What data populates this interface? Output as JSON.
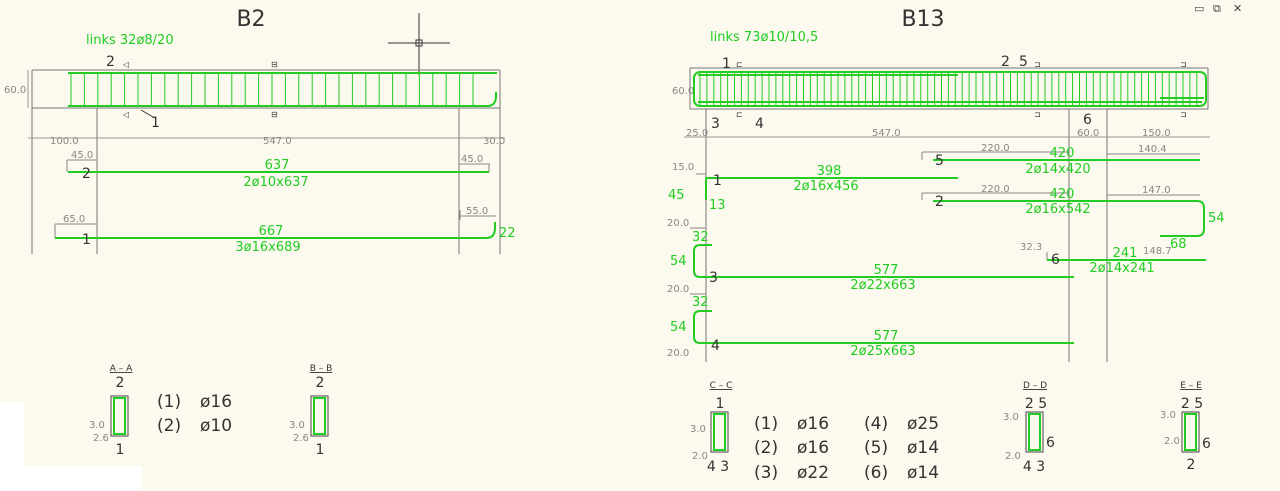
{
  "window": {
    "minimize_icon": "minimize-icon",
    "restore_icon": "restore-icon",
    "close_icon": "close-icon"
  },
  "colors": {
    "background": "#fcf9ee",
    "rebar": "#22cc22",
    "line": "#777777",
    "dim": "#888888",
    "text": "#333333"
  },
  "b2": {
    "title": "B2",
    "links": "links 32ø8/20",
    "height_dim": "60.0",
    "section_mark_top": "2",
    "section_mark_bottom": "1",
    "dims": {
      "left": "100.0",
      "span": "547.0",
      "right": "30.0"
    },
    "bar2": {
      "left_hook": "45.0",
      "right_hook": "45.0",
      "length": "637",
      "spec": "2ø10x637",
      "mark": "2"
    },
    "bar1": {
      "left_hook": "65.0",
      "right_hook": "55.0",
      "length": "667",
      "spec": "3ø16x689",
      "mark": "1",
      "bend": "22"
    },
    "section_aa": {
      "label": "A – A",
      "top_mark": "2",
      "bottom_mark": "1",
      "cover1": "3.0",
      "cover2": "2.6"
    },
    "section_bb": {
      "label": "B – B",
      "top_mark": "2",
      "bottom_mark": "1",
      "cover1": "3.0",
      "cover2": "2.6"
    },
    "legend": [
      {
        "num": "(1)",
        "dia": "ø16"
      },
      {
        "num": "(2)",
        "dia": "ø10"
      }
    ]
  },
  "b13": {
    "title": "B13",
    "links": "links 73ø10/10,5",
    "height_dim": "60.0",
    "marks_top": {
      "m1": "1",
      "m2": "2",
      "m5": "5"
    },
    "marks_bottom": {
      "m3": "3",
      "m4": "4",
      "m6": "6"
    },
    "dims": {
      "left": "25.0",
      "span": "547.0",
      "support": "60.0",
      "right": "150.0"
    },
    "bar5": {
      "length_left": "220.0",
      "length": "420",
      "spec": "2ø14x420",
      "mark": "5",
      "right_dim": "140.4"
    },
    "bar1": {
      "left_dim": "15.0",
      "length": "398",
      "spec": "2ø16x456",
      "mark": "1",
      "vert": "45",
      "bend": "13"
    },
    "bar2": {
      "length_left": "220.0",
      "length": "420",
      "spec": "2ø16x542",
      "mark": "2",
      "right_dim": "147.0",
      "vert": "54",
      "bend": "68"
    },
    "bar6": {
      "left_dim": "32.3",
      "length": "241",
      "spec": "2ø14x241",
      "mark": "6",
      "right_dim": "148.7"
    },
    "bar3": {
      "cover": "20.0",
      "hook": "32",
      "vert": "54",
      "length": "577",
      "spec": "2ø22x663",
      "mark": "3"
    },
    "bar4": {
      "cover": "20.0",
      "hook": "32",
      "vert": "54",
      "length": "577",
      "spec": "2ø25x663",
      "mark": "4",
      "cover_bottom": "20.0"
    },
    "section_cc": {
      "label": "C – C",
      "top_mark": "1",
      "bottom_marks": "4 3",
      "cover1": "3.0",
      "cover2": "2.0"
    },
    "section_dd": {
      "label": "D – D",
      "top_mark": "2 5",
      "side_mark": "6",
      "bottom_marks": "4 3",
      "cover1": "3.0",
      "cover2": "2.0"
    },
    "section_ee": {
      "label": "E – E",
      "top_mark": "2 5",
      "side_mark": "6",
      "bottom_mark": "2",
      "cover1": "3.0",
      "cover2": "2.0"
    },
    "legend": [
      {
        "num": "(1)",
        "dia": "ø16"
      },
      {
        "num": "(2)",
        "dia": "ø16"
      },
      {
        "num": "(3)",
        "dia": "ø22"
      },
      {
        "num": "(4)",
        "dia": "ø25"
      },
      {
        "num": "(5)",
        "dia": "ø14"
      },
      {
        "num": "(6)",
        "dia": "ø14"
      }
    ]
  }
}
